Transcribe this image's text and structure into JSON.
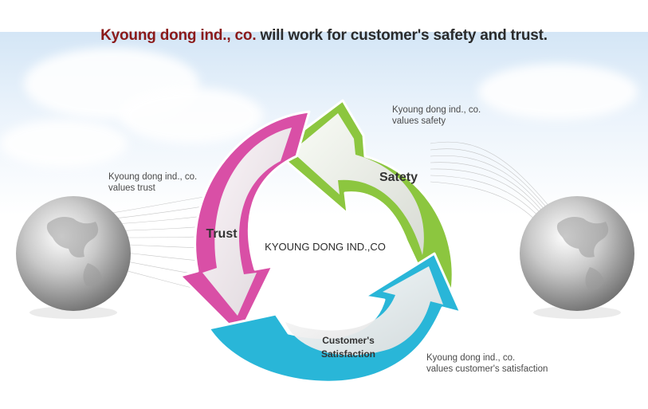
{
  "header": {
    "brand": "Kyoung dong ind., co.",
    "rest": " will work for customer's safety and trust."
  },
  "captions": {
    "safety": [
      "Kyoung dong ind., co.",
      "values safety"
    ],
    "trust": [
      "Kyoung dong ind., co.",
      "values trust"
    ],
    "satisfaction": [
      "Kyoung dong ind., co.",
      "values customer's satisfaction"
    ]
  },
  "cycle": {
    "center": "KYOUNG DONG IND.,CO",
    "safety": "Satety",
    "trust": "Trust",
    "satisfaction_line1": "Customer's",
    "satisfaction_line2": "Satisfaction"
  },
  "colors": {
    "brand": "#8b1a1a",
    "green": "#8cc63f",
    "pink": "#d94fa6",
    "cyan": "#29b6d8"
  }
}
